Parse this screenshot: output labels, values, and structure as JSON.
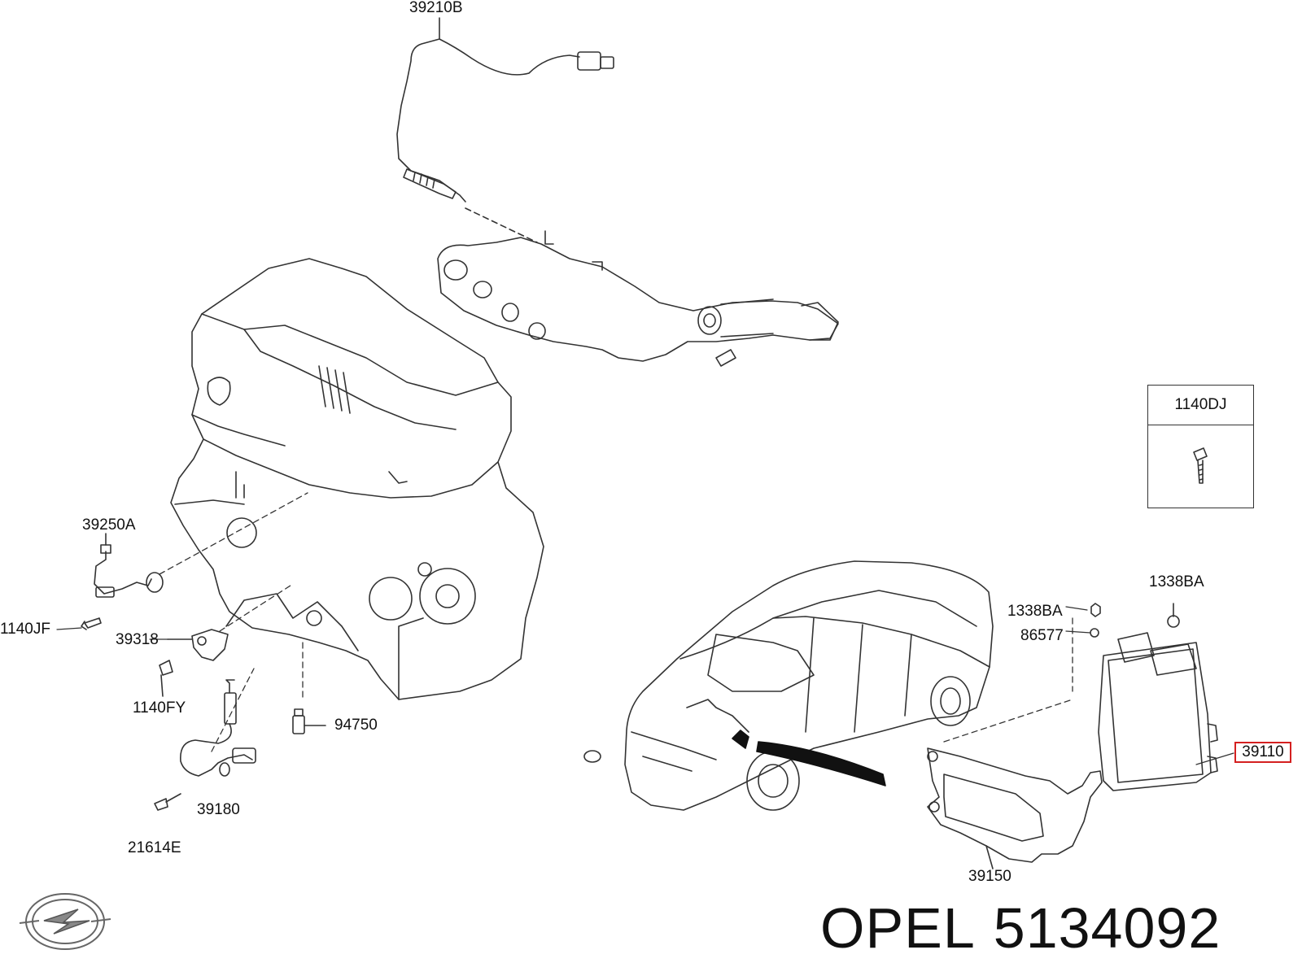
{
  "parts": {
    "o2_sensor": "39210B",
    "knock_sensor": "39250A",
    "knock_bolt": "1140JF",
    "cam_sensor": "39318",
    "cam_bolt": "1140FY",
    "temp_sensor": "94750",
    "crank_sensor": "39180",
    "crank_bolt": "21614E",
    "legend_part": "1140DJ",
    "nut_left": "1338BA",
    "nut_right": "1338BA",
    "washer": "86577",
    "ecu": "39110",
    "bracket": "39150"
  },
  "brand": {
    "name": "OPEL",
    "part_number": "5134092"
  },
  "icons": {
    "logo": "opel-lightning-logo",
    "bolt": "bolt-icon"
  },
  "colors": {
    "highlight": "#d42020",
    "line": "#333333"
  }
}
